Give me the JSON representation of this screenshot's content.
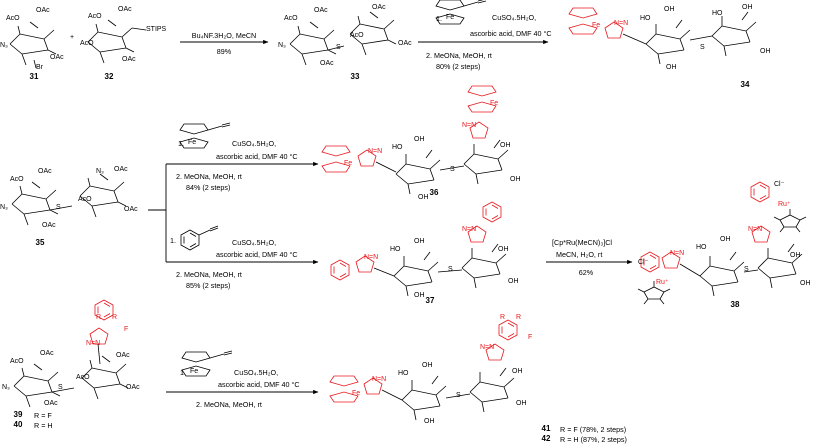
{
  "compounds": {
    "c31": "31",
    "c32": "32",
    "c33": "33",
    "c34": "34",
    "c35": "35",
    "c36": "36",
    "c37": "37",
    "c38": "38",
    "c39": "39",
    "c40": "40",
    "c41": "41",
    "c42": "42"
  },
  "atoms": {
    "oac": "OAc",
    "aco": "AcO",
    "n3": "N₃",
    "br": "Br",
    "stips": "STIPS",
    "s": "S",
    "oh": "OH",
    "ho": "HO",
    "fe": "Fe",
    "nn": "N=N",
    "n": "N",
    "r": "R",
    "f": "F",
    "ru": "Ru⁺",
    "cl": "Cl⁻",
    "plus": "+"
  },
  "reactions": {
    "r1": {
      "reagent": "Bu₄NF.3H₂O, MeCN",
      "yield": "89%"
    },
    "r2": {
      "step1_label": "1.",
      "step1_metal": "Fe",
      "step1_a": "CuSO₄.5H₂O,",
      "step1_b": "ascorbic acid, DMF 40 °C",
      "step2": "2. MeONa, MeOH, rt",
      "yield": "80% (2 steps)"
    },
    "r3": {
      "step1_label": "1.",
      "step1_metal": "Fe",
      "step1_a": "CuSO₄.5H₂O,",
      "step1_b": "ascorbic acid, DMF 40 °C",
      "step2": "2. MeONa, MeOH, rt",
      "yield": "84% (2 steps)"
    },
    "r4": {
      "step1_label": "1.",
      "step1_a": "CuSO₄.5H₂O,",
      "step1_b": "ascorbic acid, DMF 40 °C",
      "step2": "2. MeONa, MeOH, rt",
      "yield": "85% (2 steps)"
    },
    "r5": {
      "reagent_a": "[Cp*Ru(MeCN)₃]Cl",
      "reagent_b": "MeCN, H₂O, rt",
      "yield": "62%"
    },
    "r6": {
      "step1_label": "1.",
      "step1_metal": "Fe",
      "step1_a": "CuSO₄.5H₂O,",
      "step1_b": "ascorbic acid, DMF 40 °C",
      "step2": "2. MeONa, MeOH, rt"
    }
  },
  "substituents": {
    "c39": "R = F",
    "c40": "R = H",
    "c41": "R = F   (78%, 2 steps)",
    "c42": "R = H   (87%, 2 steps)"
  },
  "colors": {
    "highlight": "#e8171d",
    "ink": "#000000"
  }
}
